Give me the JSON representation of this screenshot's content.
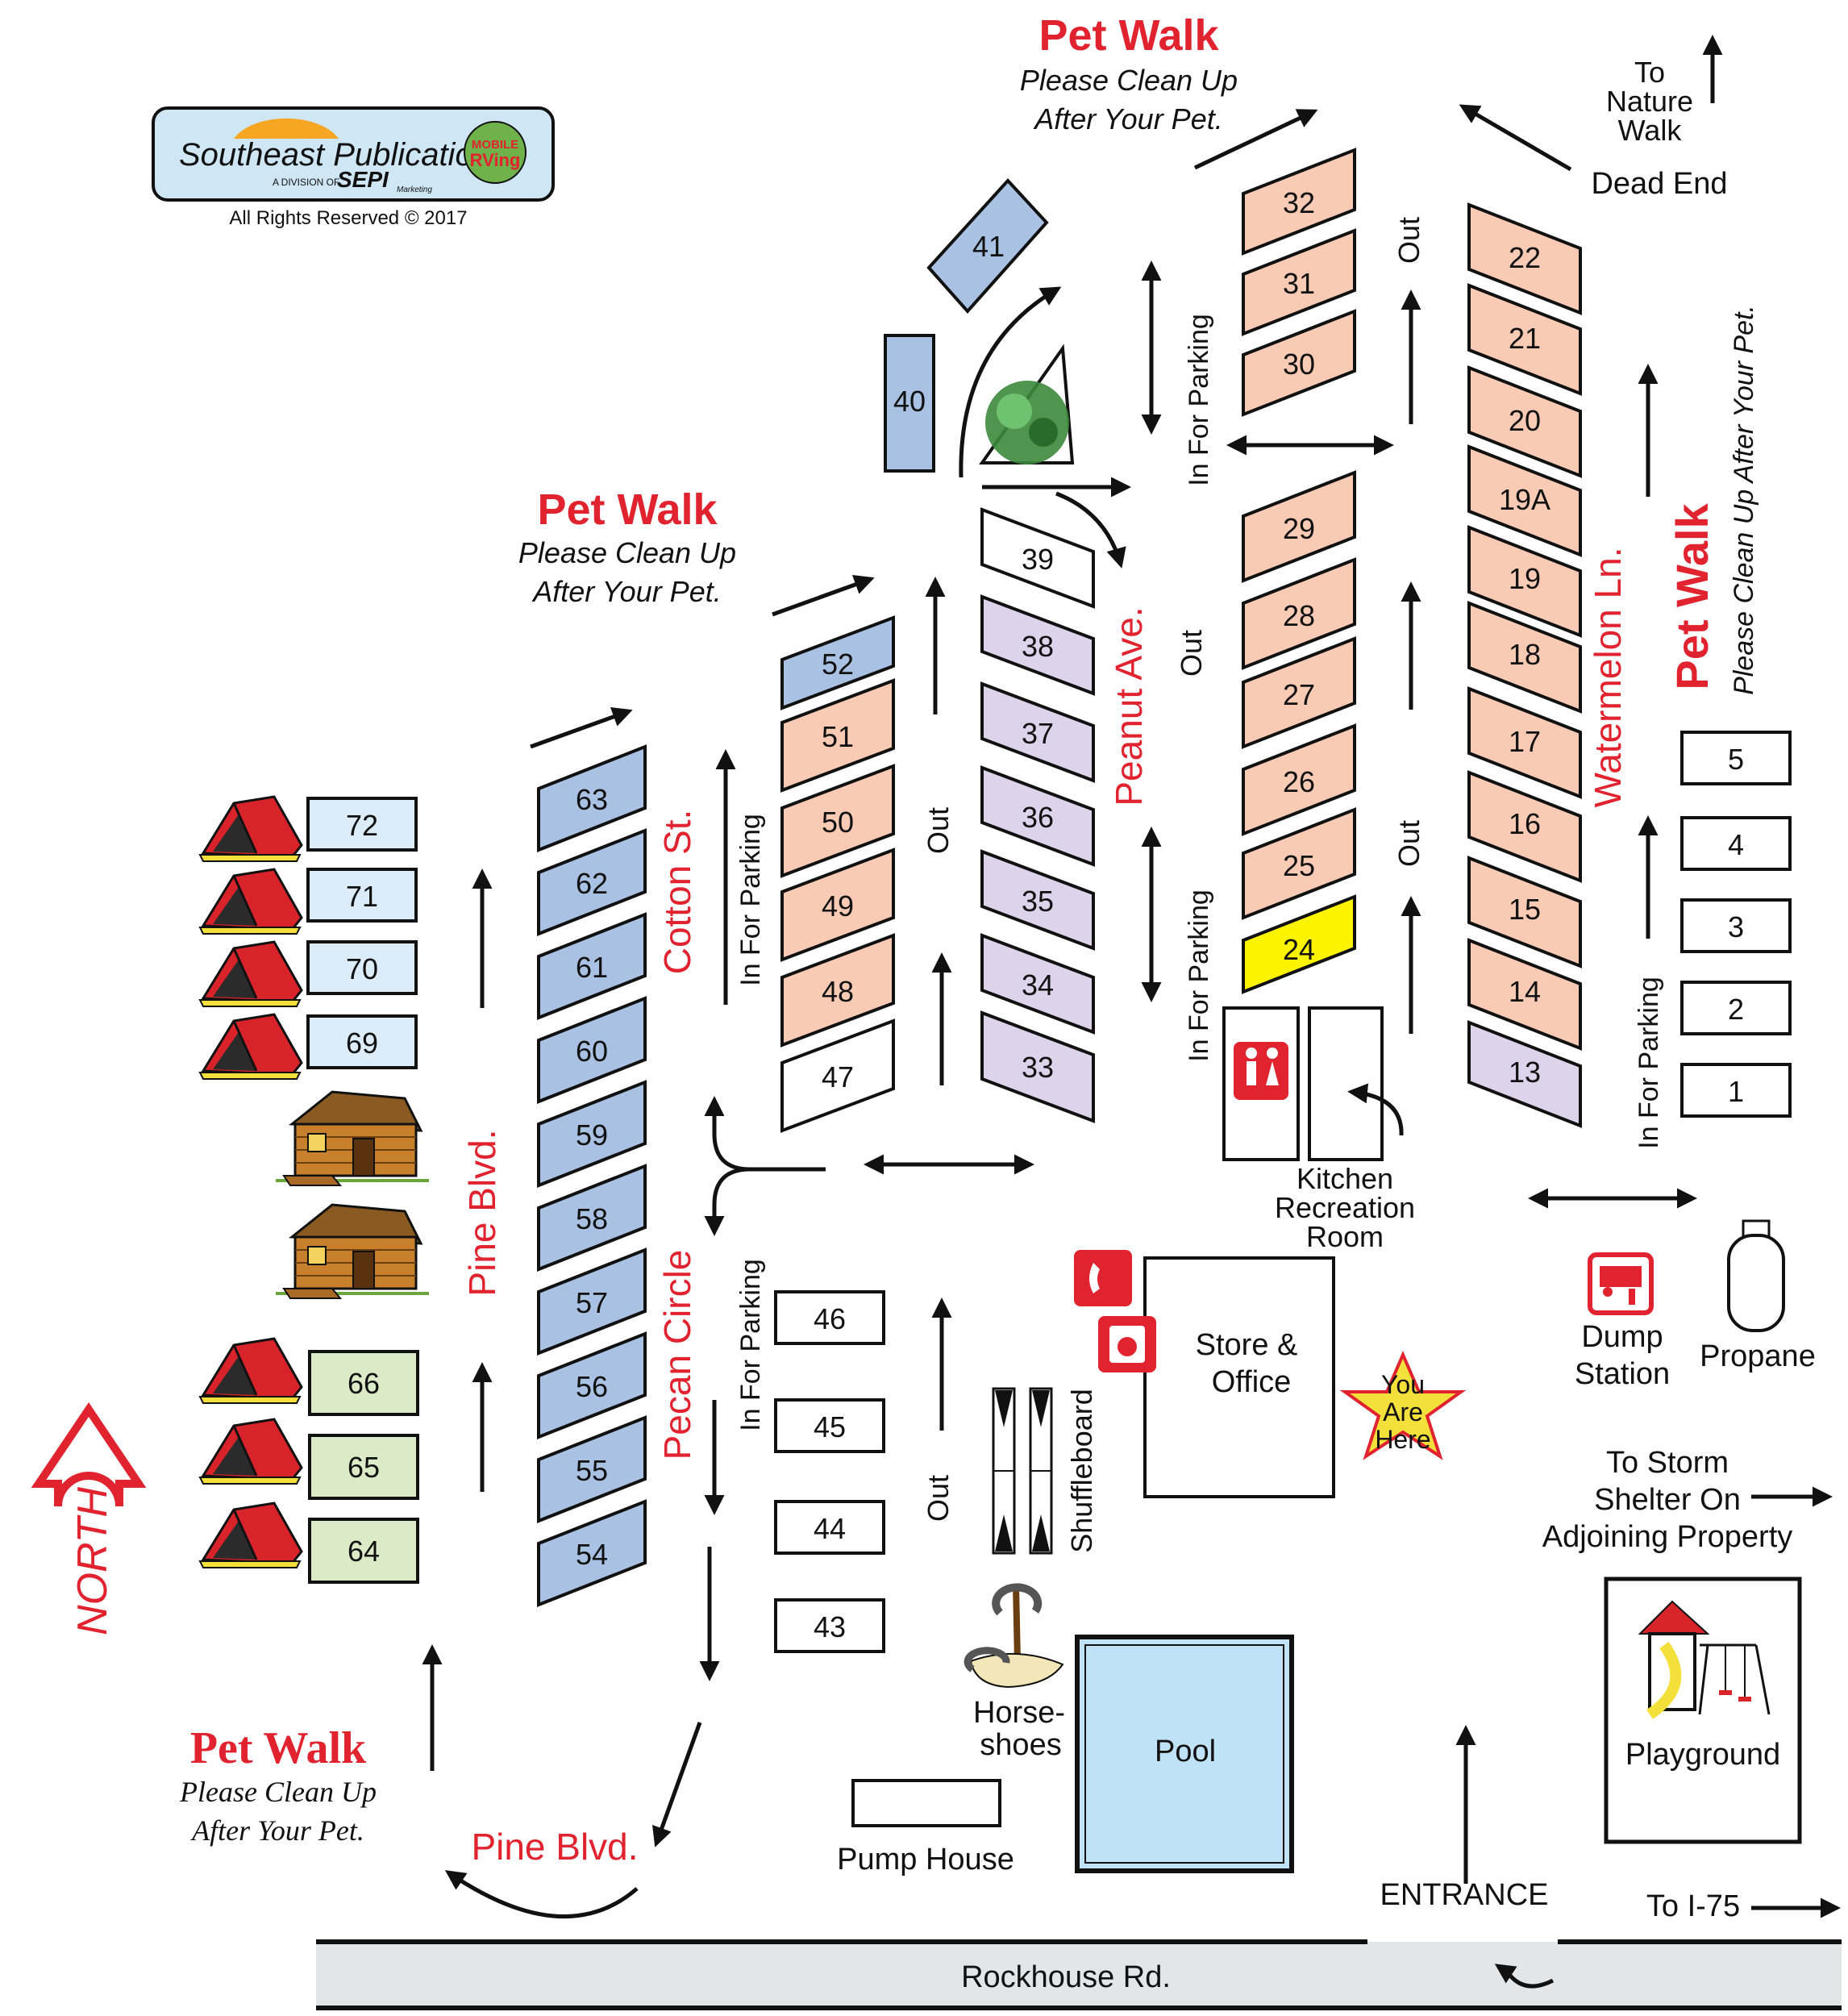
{
  "logo": {
    "name": "Southeast Publications",
    "division": "A DIVISION OF",
    "brand": "SEPI",
    "brand_sub": "Marketing",
    "badge_line1": "MOBILE",
    "badge_line2": "RVing",
    "copyright": "All Rights Reserved © 2017"
  },
  "pet_walk": {
    "title": "Pet Walk",
    "line1": "Please Clean Up",
    "line2": "After Your Pet.",
    "vertical_sub": "Please Clean Up After Your Pet."
  },
  "streets": {
    "peanut": "Peanut Ave.",
    "watermelon": "Watermelon Ln.",
    "cotton": "Cotton St.",
    "pine": "Pine Blvd.",
    "pine_bottom": "Pine Blvd.",
    "pecan": "Pecan Circle",
    "rockhouse": "Rockhouse Rd."
  },
  "text": {
    "in_parking": "In For Parking",
    "out": "Out",
    "dead_end": "Dead End",
    "nature_1": "To",
    "nature_2": "Nature",
    "nature_3": "Walk",
    "north": "NORTH",
    "entrance": "ENTRANCE",
    "to_i75": "To I-75",
    "storm_1": "To Storm",
    "storm_2": "Shelter On",
    "storm_3": "Adjoining Property"
  },
  "facilities": {
    "kitchen_1": "Kitchen",
    "kitchen_2": "Recreation",
    "kitchen_3": "Room",
    "store_1": "Store &",
    "store_2": "Office",
    "you_1": "You",
    "you_2": "Are",
    "you_3": "Here",
    "dump_1": "Dump",
    "dump_2": "Station",
    "propane": "Propane",
    "shuffleboard": "Shuffleboard",
    "horse_1": "Horse-",
    "horse_2": "shoes",
    "pool": "Pool",
    "pump_house": "Pump House",
    "playground": "Playground"
  },
  "colors": {
    "blue": "#a9c1e3",
    "salmon": "#f9cbb5",
    "lavender": "#ddd3ea",
    "yellow": "#fcf300",
    "lightblue": "#dcedf9",
    "green": "#dcebc7",
    "pool": "#bfe2f6",
    "road": "#e4e5e7",
    "red": "#e1232f"
  },
  "sites": {
    "s1": "1",
    "s2": "2",
    "s3": "3",
    "s4": "4",
    "s5": "5",
    "s13": "13",
    "s14": "14",
    "s15": "15",
    "s16": "16",
    "s17": "17",
    "s18": "18",
    "s19": "19",
    "s19a": "19A",
    "s20": "20",
    "s21": "21",
    "s22": "22",
    "s24": "24",
    "s25": "25",
    "s26": "26",
    "s27": "27",
    "s28": "28",
    "s29": "29",
    "s30": "30",
    "s31": "31",
    "s32": "32",
    "s33": "33",
    "s34": "34",
    "s35": "35",
    "s36": "36",
    "s37": "37",
    "s38": "38",
    "s39": "39",
    "s40": "40",
    "s41": "41",
    "s43": "43",
    "s44": "44",
    "s45": "45",
    "s46": "46",
    "s47": "47",
    "s48": "48",
    "s49": "49",
    "s50": "50",
    "s51": "51",
    "s52": "52",
    "s54": "54",
    "s55": "55",
    "s56": "56",
    "s57": "57",
    "s58": "58",
    "s59": "59",
    "s60": "60",
    "s61": "61",
    "s62": "62",
    "s63": "63",
    "s64": "64",
    "s65": "65",
    "s66": "66",
    "s69": "69",
    "s70": "70",
    "s71": "71",
    "s72": "72"
  }
}
